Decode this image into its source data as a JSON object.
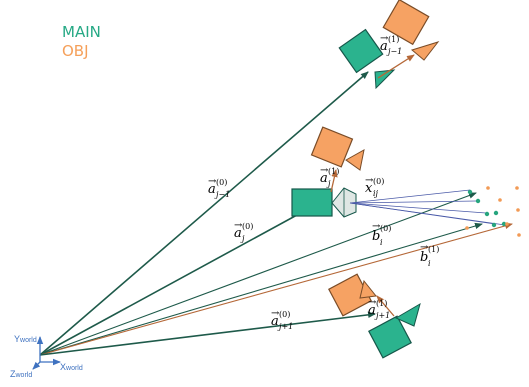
{
  "legend": {
    "items": [
      {
        "label": "MAIN",
        "color": "#26a985"
      },
      {
        "label": "OBJ",
        "color": "#f5a05a"
      }
    ]
  },
  "colors": {
    "main_fill": "#2bb38e",
    "main_stroke": "#16574a",
    "obj_fill": "#f6a263",
    "obj_stroke": "#7a4c27",
    "arrow_dark": "#1e5a4a",
    "arrow_obj": "#b56838",
    "ray_blue": "#4a5aa8",
    "point_green": "#27a57e",
    "point_orange": "#f29a55",
    "axis_blue": "#3f72c0",
    "sensor_fill": "#dfe7e4"
  },
  "vectors": [
    {
      "id": "a_jm1_0",
      "base": "a",
      "sub": "j−1",
      "sup": "(0)"
    },
    {
      "id": "a_jm1_1",
      "base": "a",
      "sub": "j−1",
      "sup": "(1)"
    },
    {
      "id": "a_j_0",
      "base": "a",
      "sub": "j",
      "sup": "(0)"
    },
    {
      "id": "a_j_1",
      "base": "a",
      "sub": "j",
      "sup": "(1)"
    },
    {
      "id": "x_ij_0",
      "base": "x",
      "sub": "ij",
      "sup": "(0)"
    },
    {
      "id": "b_i_0",
      "base": "b",
      "sub": "i",
      "sup": "(0)"
    },
    {
      "id": "b_i_1",
      "base": "b",
      "sub": "i",
      "sup": "(1)"
    },
    {
      "id": "a_jp1_0",
      "base": "a",
      "sub": "j+1",
      "sup": "(0)"
    },
    {
      "id": "a_jp1_1",
      "base": "a",
      "sub": "j+1",
      "sup": "(1)"
    }
  ],
  "axes": {
    "y_label": "Y",
    "y_sub": "world",
    "x_label": "X",
    "x_sub": "world",
    "z_label": "Z",
    "z_sub": "world"
  }
}
